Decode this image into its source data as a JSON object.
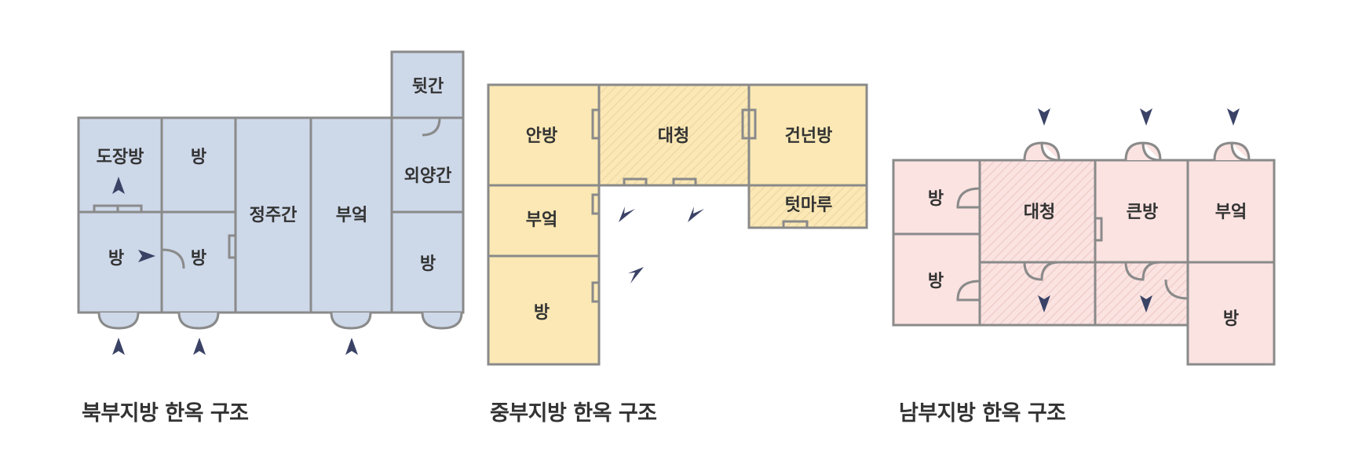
{
  "colors": {
    "wall": "#8a8a8a",
    "north_fill": "#cdd8e9",
    "central_fill": "#fbe8b4",
    "central_hatch": "#f3ddb0",
    "south_fill": "#fbe3e1",
    "south_hatch": "#f3d3d1",
    "arrow": "#3a4266",
    "text": "#333333"
  },
  "north": {
    "caption": "북부지방 한옥 구조",
    "rooms": {
      "dojangbang": "도장방",
      "bang_top": "방",
      "bang_bottom_left": "방",
      "bang_bottom_mid": "방",
      "jeongjugan": "정주간",
      "bueok": "부엌",
      "dwitgan": "뒷간",
      "oeyanggan": "외양간",
      "bang_right": "방"
    }
  },
  "central": {
    "caption": "중부지방 한옥 구조",
    "rooms": {
      "anbang": "안방",
      "daecheong": "대청",
      "geonneonbang": "건넌방",
      "teonmaru": "텃마루",
      "bueok": "부엌",
      "bang": "방"
    }
  },
  "south": {
    "caption": "남부지방 한옥 구조",
    "rooms": {
      "bang_top_left": "방",
      "bang_bottom_left": "방",
      "daecheong": "대청",
      "keunbang": "큰방",
      "bueok": "부엌",
      "bang_bottom_right": "방"
    }
  }
}
